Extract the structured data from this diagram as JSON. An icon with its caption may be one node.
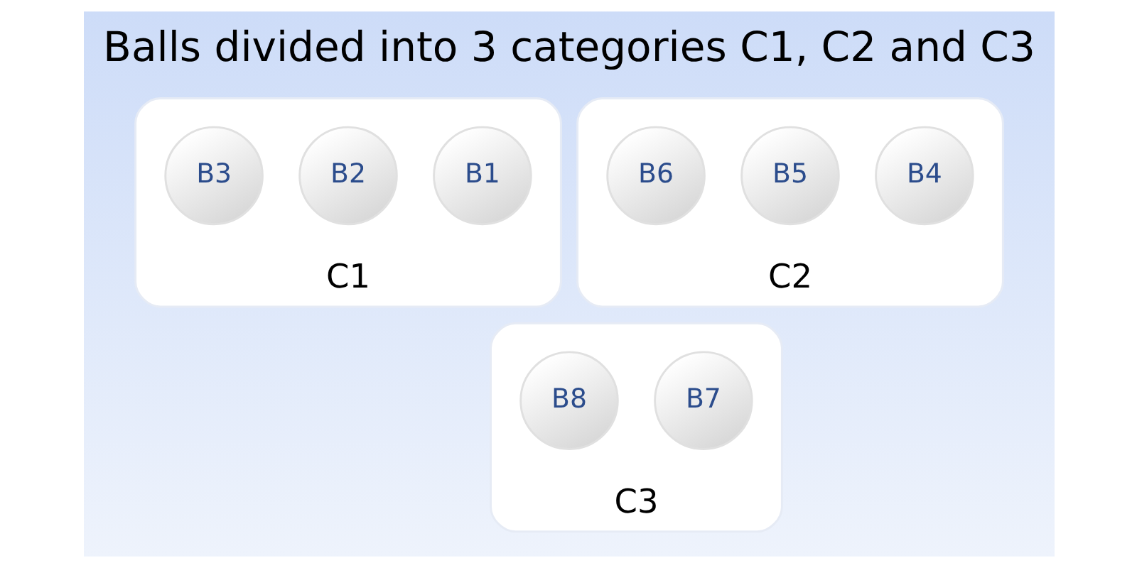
{
  "diagram": {
    "title": "Balls divided into 3 categories C1, C2 and C3",
    "nodes": [
      {
        "text": [
          "C1"
        ]
      },
      {
        "text": [
          "B1"
        ],
        "in": 0
      },
      {
        "text": [
          "B2"
        ],
        "in": 0
      },
      {
        "text": [
          "B3"
        ],
        "in": 0
      },
      {
        "text": [
          "C2"
        ]
      },
      {
        "text": [
          "B4"
        ],
        "in": 4
      },
      {
        "text": [
          "B5"
        ],
        "in": 4
      },
      {
        "text": [
          "B6"
        ],
        "in": 4
      },
      {
        "text": [
          "C3"
        ]
      },
      {
        "text": [
          "B7"
        ],
        "in": 8
      },
      {
        "text": [
          "B8"
        ],
        "in": 8
      }
    ]
  }
}
